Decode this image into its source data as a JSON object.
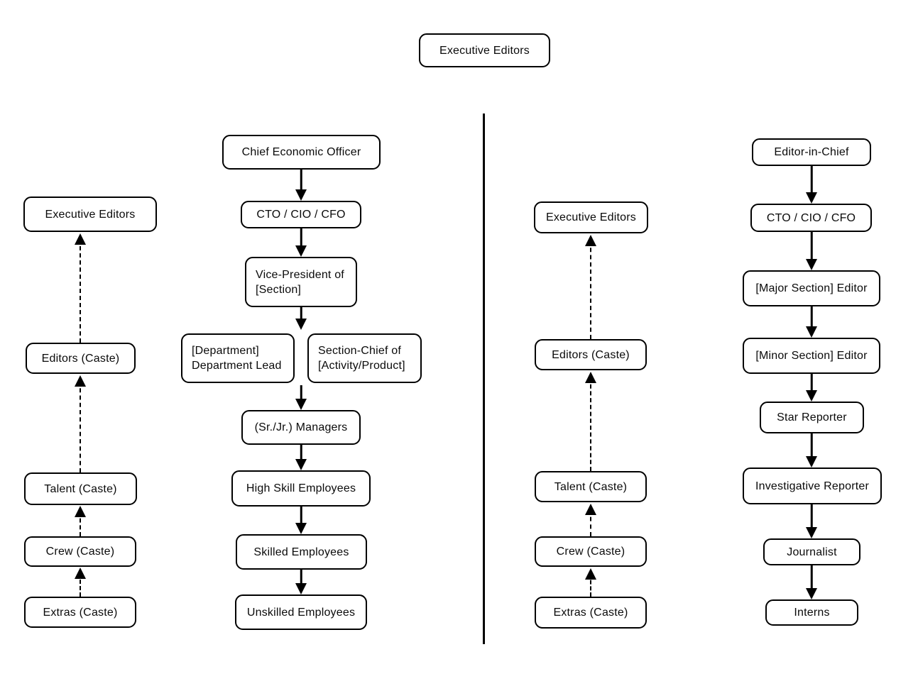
{
  "colors": {
    "background": "#ffffff",
    "line": "#000000",
    "text": "#0a0a0a"
  },
  "top_node": {
    "label": "Executive Editors"
  },
  "left_chart": {
    "caste_column": [
      "Executive Editors",
      "Editors (Caste)",
      "Talent (Caste)",
      "Crew (Caste)",
      "Extras (Caste)"
    ],
    "hierarchy_column": [
      "Chief Economic Officer",
      "CTO / CIO / CFO",
      "Vice-President of\n[Section]",
      "[Department]\nDepartment Lead",
      "Section-Chief of\n[Activity/Product]",
      "(Sr./Jr.) Managers",
      "High Skill Employees",
      "Skilled Employees",
      "Unskilled Employees"
    ]
  },
  "right_chart": {
    "caste_column": [
      "Executive Editors",
      "Editors (Caste)",
      "Talent (Caste)",
      "Crew (Caste)",
      "Extras (Caste)"
    ],
    "hierarchy_column": [
      "Editor-in-Chief",
      "CTO / CIO / CFO",
      "[Major Section] Editor",
      "[Minor Section] Editor",
      "Star Reporter",
      "Investigative Reporter",
      "Journalist",
      "Interns"
    ]
  }
}
